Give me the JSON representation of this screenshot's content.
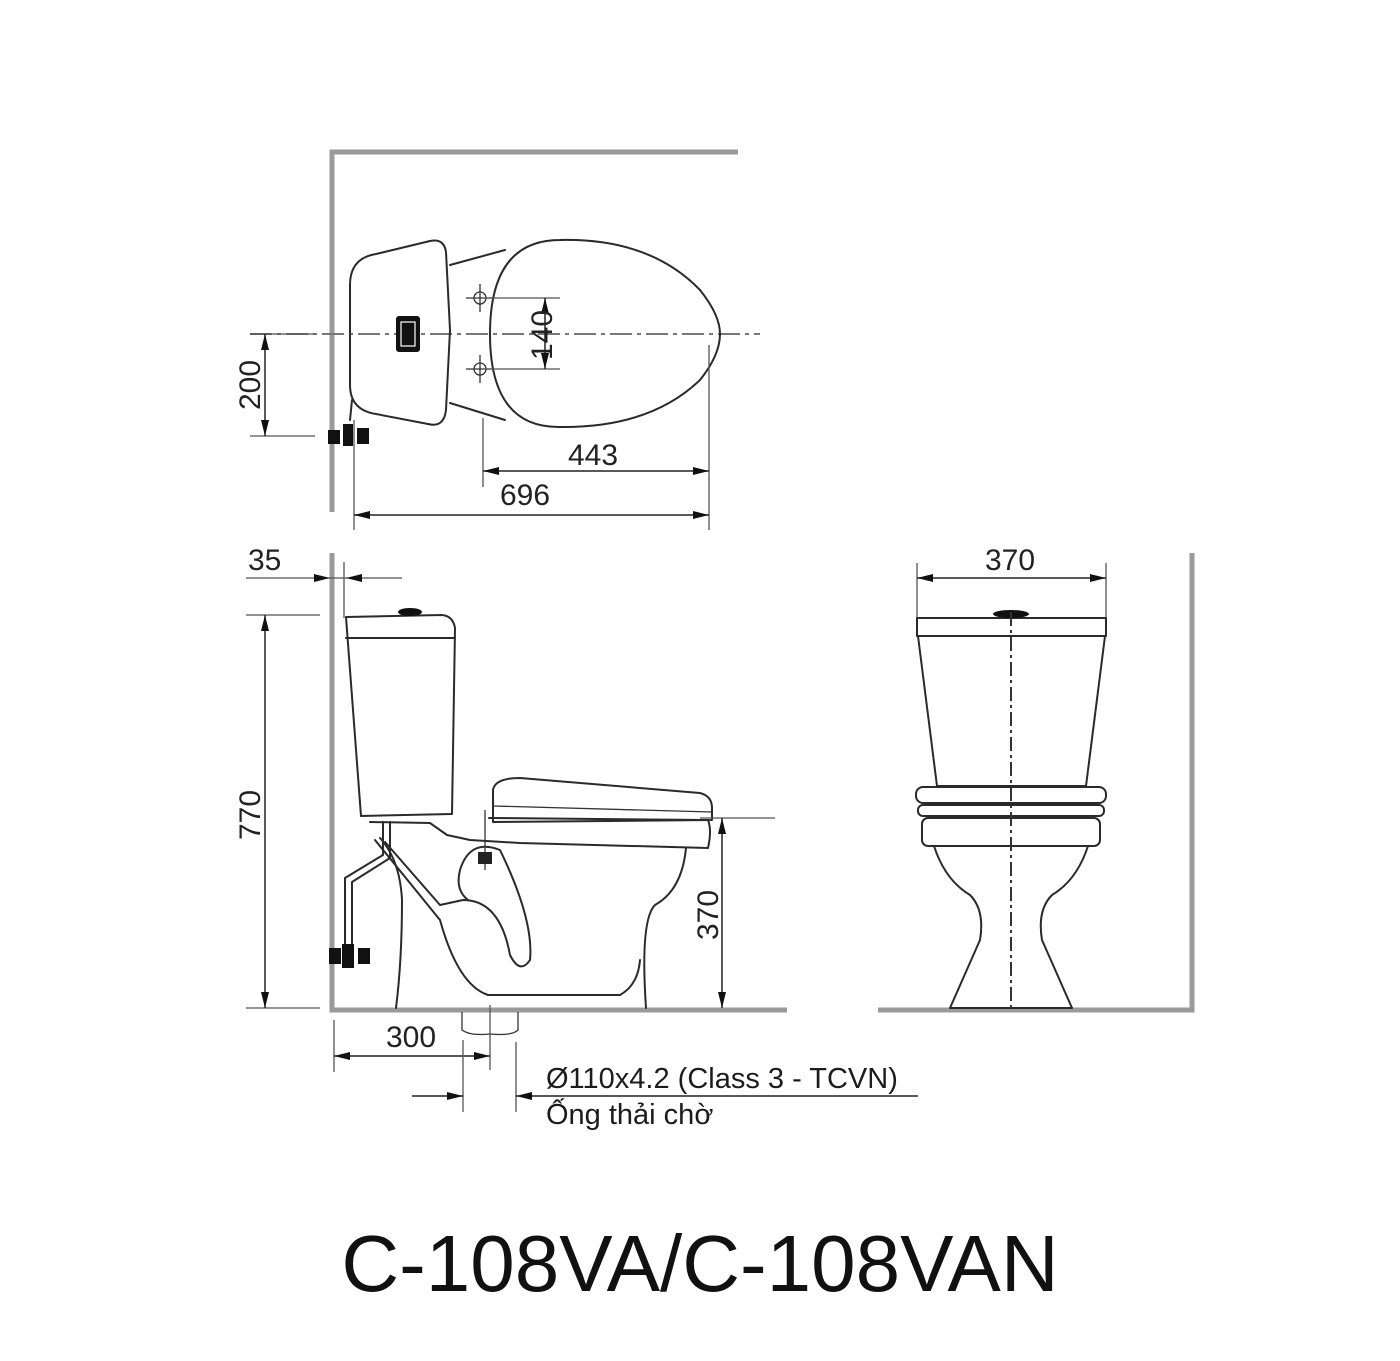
{
  "drawing": {
    "title": "C-108VA/C-108VAN",
    "views": {
      "top_view": {
        "dimensions": {
          "supply_offset": "200",
          "bolt_spacing": "140",
          "bowl_length": "443",
          "overall_depth": "696"
        }
      },
      "side_view": {
        "dimensions": {
          "wall_gap": "35",
          "overall_height": "770",
          "seat_height": "370",
          "rough_in": "300"
        },
        "notes": {
          "pipe_spec": "Ø110x4.2 (Class 3 - TCVN)",
          "pipe_label": "Ống thải chờ"
        }
      },
      "front_view": {
        "dimensions": {
          "overall_width": "370"
        }
      }
    },
    "colors": {
      "line": "#2a2a2a",
      "wall": "#9a9a9a",
      "background": "#ffffff"
    }
  }
}
